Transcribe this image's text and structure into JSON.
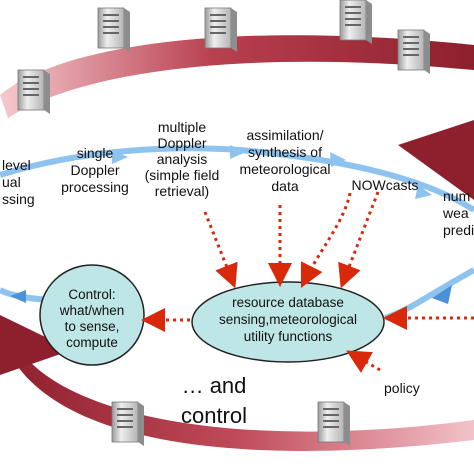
{
  "colors": {
    "ring_dark": "#8e1f2c",
    "ring_light": "#f6c9cf",
    "flow_blue": "#8fc3ef",
    "flow_blue_dark": "#4b90d8",
    "dotted_arrow": "#d8290a",
    "ellipse_fill": "#bfe6e6",
    "server_light": "#e3e3e3",
    "server_dark": "#8d8d8d"
  },
  "steps": [
    {
      "lines": [
        "level",
        "ual",
        "ssing"
      ]
    },
    {
      "lines": [
        "single",
        "Doppler",
        "processing"
      ]
    },
    {
      "lines": [
        "multiple",
        "Doppler",
        "analysis",
        "(simple field",
        "retrieval)"
      ]
    },
    {
      "lines": [
        "assimilation/",
        "synthesis of",
        "meteorological",
        "data"
      ]
    },
    {
      "lines": [
        "NOWcasts"
      ]
    },
    {
      "lines": [
        "num",
        "wea",
        "predi"
      ]
    }
  ],
  "control_box": {
    "lines": [
      "Control:",
      "what/when",
      "to sense,",
      "compute"
    ]
  },
  "resource_box": {
    "lines": [
      "resource database",
      "sensing,meteorological",
      "utility functions"
    ]
  },
  "policy_label": "policy",
  "footer": {
    "lines": [
      "… and",
      "control"
    ]
  },
  "servers": [
    "server-icon",
    "server-icon",
    "server-icon",
    "server-icon",
    "server-icon",
    "server-icon",
    "server-icon"
  ]
}
